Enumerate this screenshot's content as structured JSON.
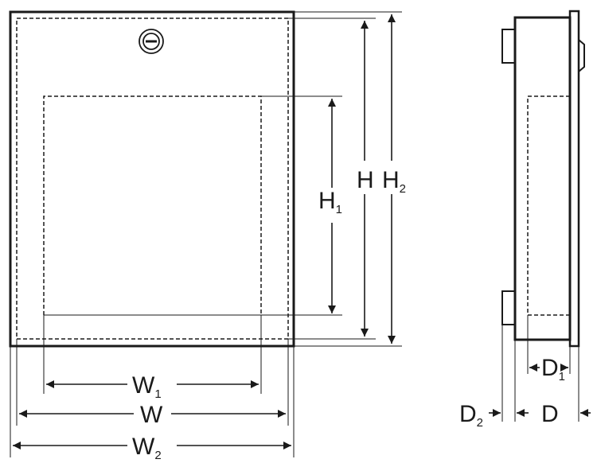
{
  "labels": {
    "W": "W",
    "W1": {
      "main": "W",
      "sub": "1"
    },
    "W2": {
      "main": "W",
      "sub": "2"
    },
    "H": "H",
    "H1": {
      "main": "H",
      "sub": "1"
    },
    "H2": {
      "main": "H",
      "sub": "2"
    },
    "D": "D",
    "D1": {
      "main": "D",
      "sub": "1"
    },
    "D2": {
      "main": "D",
      "sub": "2"
    }
  },
  "colors": {
    "stroke": "#1a1a1a",
    "background": "#ffffff"
  }
}
